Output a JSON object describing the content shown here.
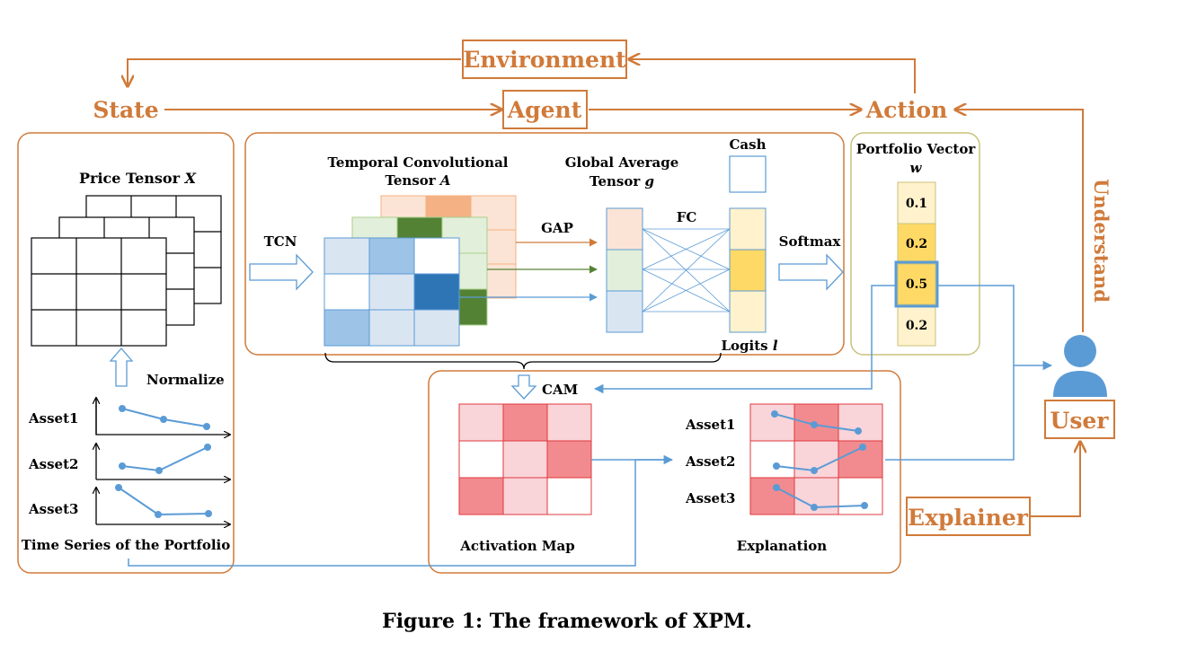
{
  "colors": {
    "orange": "#d07a3a",
    "blue": "#5b9bd5",
    "light_blue": "#dae5f2",
    "mid_blue": "#9dc3e6",
    "dark_blue": "#2e75b6",
    "light_green": "#e2efda",
    "dark_green": "#548235",
    "light_orange": "#fbe4d5",
    "mid_orange": "#f4b183",
    "light_yellow": "#fff2cc",
    "yellow": "#ffd966",
    "light_red": "#f9d4d9",
    "red": "#f28b8f",
    "olive_border": "#c9c27a"
  },
  "top": {
    "environment": "Environment",
    "state": "State",
    "agent": "Agent",
    "action": "Action",
    "user": "User",
    "explainer": "Explainer",
    "understand": "Understand"
  },
  "state_panel": {
    "price_tensor": "Price Tensor ",
    "price_tensor_var": "X",
    "normalize": "Normalize",
    "assets": [
      "Asset1",
      "Asset2",
      "Asset3"
    ],
    "caption": "Time Series of the Portfolio"
  },
  "agent_panel": {
    "tcn": "TCN",
    "tct_line1": "Temporal Convolutional",
    "tct_line2": "Tensor ",
    "tct_var": "A",
    "gap": "GAP",
    "gat_line1": "Global Average",
    "gat_line2": "Tensor ",
    "gat_var": "g",
    "fc": "FC",
    "cash": "Cash",
    "softmax": "Softmax",
    "logits": "Logits ",
    "logits_var": "l"
  },
  "action_panel": {
    "title": "Portfolio Vector",
    "var": "w",
    "weights": [
      "0.1",
      "0.2",
      "0.5",
      "0.2"
    ]
  },
  "cam_panel": {
    "cam": "CAM",
    "activation_map": "Activation Map",
    "explanation": "Explanation",
    "assets": [
      "Asset1",
      "Asset2",
      "Asset3"
    ]
  },
  "caption": "Figure 1: The framework of XPM."
}
